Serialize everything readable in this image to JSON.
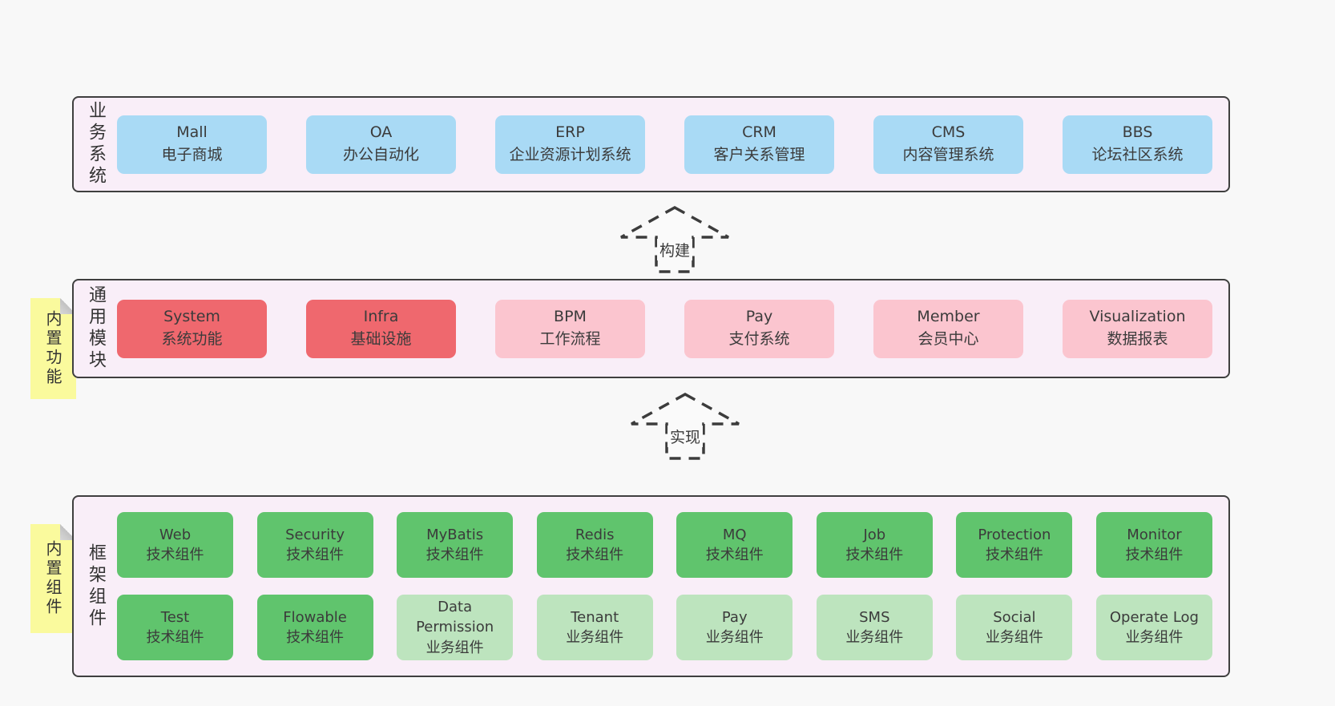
{
  "colors": {
    "page_background": "#f8f8f8",
    "container_background": "#f9eef8",
    "container_border": "#3f3f3f",
    "blue_box": "#a9daf5",
    "red_box": "#ef686e",
    "pink_box": "#fbc5cf",
    "dark_green_box": "#60c46d",
    "light_green_box": "#bde4be",
    "sticky_note": "#fafa9d",
    "text": "#3b3b3b"
  },
  "arrows": [
    {
      "label": "构建"
    },
    {
      "label": "实现"
    }
  ],
  "notes": [
    {
      "text": "内置功能"
    },
    {
      "text": "内置组件"
    }
  ],
  "layers": [
    {
      "label": "业务系统",
      "boxes": [
        {
          "title": "Mall",
          "subtitle": "电子商城",
          "variant": "blue"
        },
        {
          "title": "OA",
          "subtitle": "办公自动化",
          "variant": "blue"
        },
        {
          "title": "ERP",
          "subtitle": "企业资源计划系统",
          "variant": "blue"
        },
        {
          "title": "CRM",
          "subtitle": "客户关系管理",
          "variant": "blue"
        },
        {
          "title": "CMS",
          "subtitle": "内容管理系统",
          "variant": "blue"
        },
        {
          "title": "BBS",
          "subtitle": "论坛社区系统",
          "variant": "blue"
        }
      ]
    },
    {
      "label": "通用模块",
      "boxes": [
        {
          "title": "System",
          "subtitle": "系统功能",
          "variant": "red"
        },
        {
          "title": "Infra",
          "subtitle": "基础设施",
          "variant": "red"
        },
        {
          "title": "BPM",
          "subtitle": "工作流程",
          "variant": "pink"
        },
        {
          "title": "Pay",
          "subtitle": "支付系统",
          "variant": "pink"
        },
        {
          "title": "Member",
          "subtitle": "会员中心",
          "variant": "pink"
        },
        {
          "title": "Visualization",
          "subtitle": "数据报表",
          "variant": "pink"
        }
      ]
    },
    {
      "label": "框架组件",
      "rows": [
        [
          {
            "title": "Web",
            "subtitle": "技术组件",
            "variant": "green-dark"
          },
          {
            "title": "Security",
            "subtitle": "技术组件",
            "variant": "green-dark"
          },
          {
            "title": "MyBatis",
            "subtitle": "技术组件",
            "variant": "green-dark"
          },
          {
            "title": "Redis",
            "subtitle": "技术组件",
            "variant": "green-dark"
          },
          {
            "title": "MQ",
            "subtitle": "技术组件",
            "variant": "green-dark"
          },
          {
            "title": "Job",
            "subtitle": "技术组件",
            "variant": "green-dark"
          },
          {
            "title": "Protection",
            "subtitle": "技术组件",
            "variant": "green-dark"
          },
          {
            "title": "Monitor",
            "subtitle": "技术组件",
            "variant": "green-dark"
          }
        ],
        [
          {
            "title": "Test",
            "subtitle": "技术组件",
            "variant": "green-dark"
          },
          {
            "title": "Flowable",
            "subtitle": "技术组件",
            "variant": "green-dark"
          },
          {
            "title": "Data Permission",
            "subtitle": "业务组件",
            "variant": "green-light"
          },
          {
            "title": "Tenant",
            "subtitle": "业务组件",
            "variant": "green-light"
          },
          {
            "title": "Pay",
            "subtitle": "业务组件",
            "variant": "green-light"
          },
          {
            "title": "SMS",
            "subtitle": "业务组件",
            "variant": "green-light"
          },
          {
            "title": "Social",
            "subtitle": "业务组件",
            "variant": "green-light"
          },
          {
            "title": "Operate Log",
            "subtitle": "业务组件",
            "variant": "green-light"
          }
        ]
      ]
    }
  ]
}
